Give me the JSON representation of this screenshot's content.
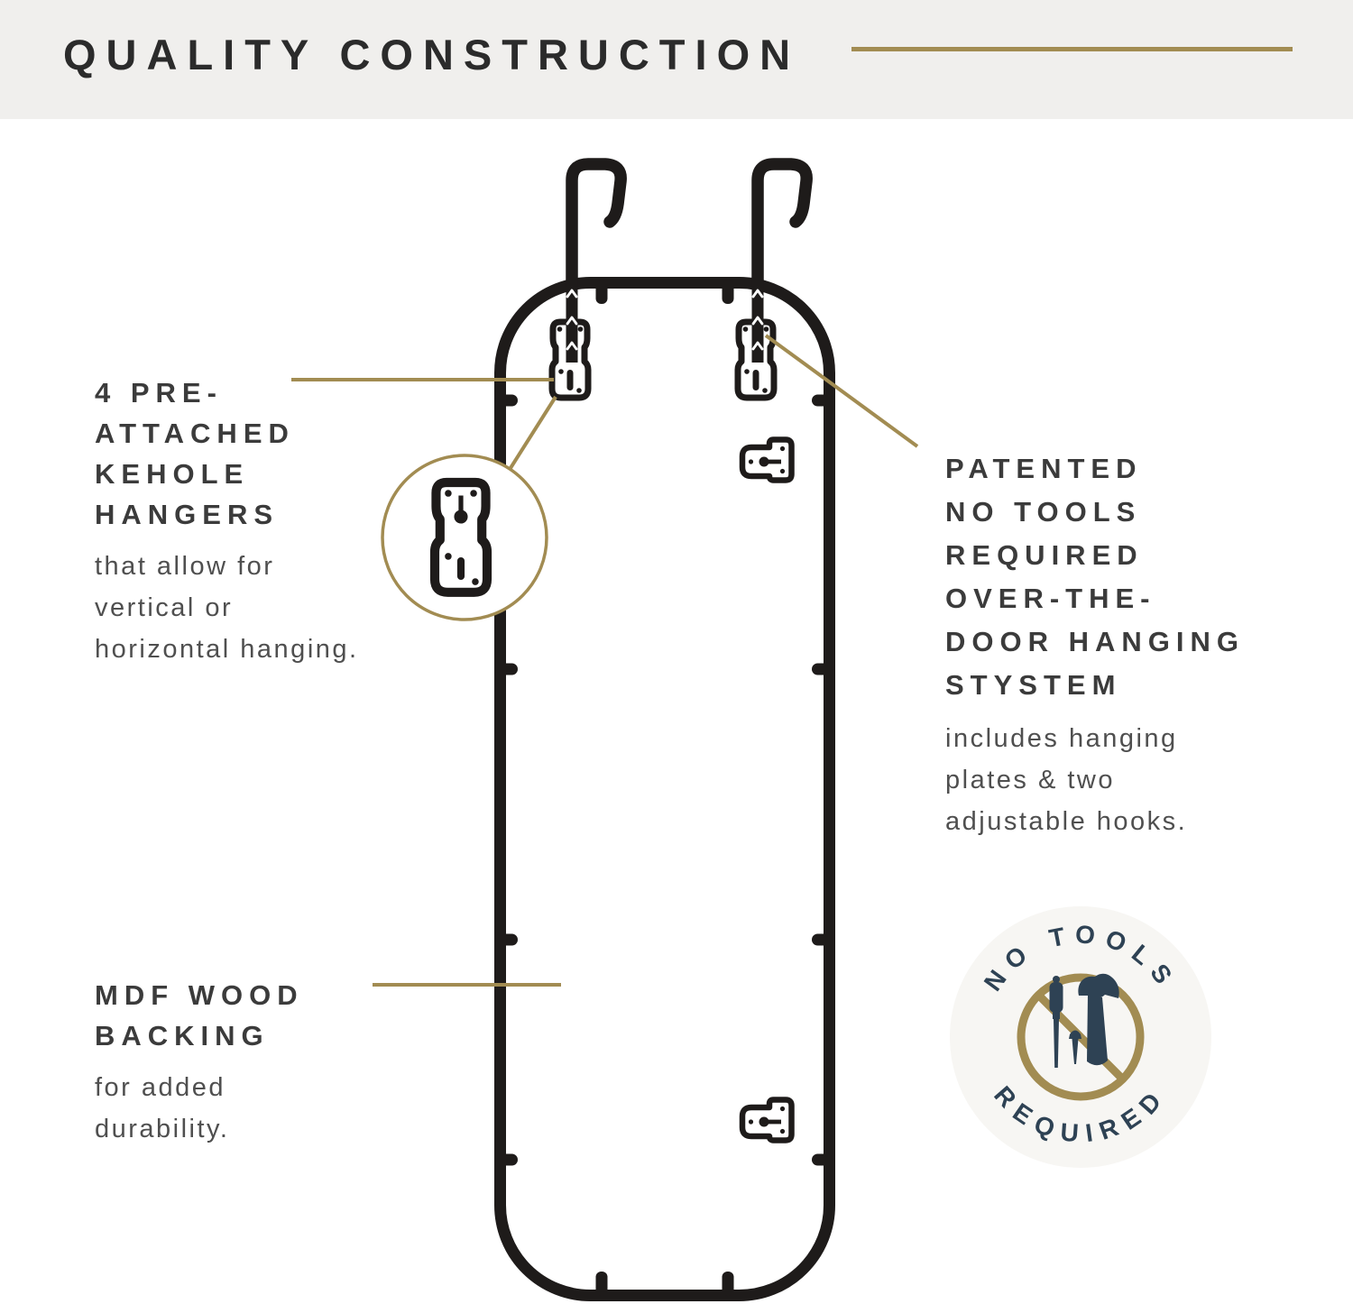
{
  "header": {
    "title": "QUALITY CONSTRUCTION"
  },
  "callouts": {
    "keyhole_hangers": {
      "title_lines": [
        "4 PRE-",
        "ATTACHED",
        "KEHOLE",
        "HANGERS"
      ],
      "body_lines": [
        "that allow for",
        "vertical or",
        "horizontal hanging."
      ]
    },
    "door_system": {
      "title_lines": [
        "PATENTED",
        "NO TOOLS",
        "REQUIRED",
        "OVER-THE-",
        "DOOR HANGING",
        "STYSTEM"
      ],
      "body_lines": [
        "includes hanging",
        "plates & two",
        "adjustable hooks."
      ]
    },
    "mdf_backing": {
      "title_lines": [
        "MDF WOOD",
        "BACKING"
      ],
      "body_lines": [
        "for added",
        "durability."
      ]
    }
  },
  "badge": {
    "top_text": "NO TOOLS",
    "bottom_text": "REQUIRED",
    "icons": [
      "screwdriver-icon",
      "nail-icon",
      "hammer-icon"
    ]
  },
  "diagram_icons": [
    "over-door-hook-icon",
    "keyhole-hanger-plate-icon",
    "keyhole-plate-horizontal-icon",
    "magnifier-circle"
  ],
  "colors": {
    "gold": "#a28c52",
    "ink": "#1e1b1a",
    "navy": "#2e4254",
    "header_band": "#f0efed",
    "badge_background": "#f7f6f3",
    "title_text": "#2b2b2b",
    "heading_text": "#3b3b3b",
    "body_text": "#4f4f4f"
  }
}
